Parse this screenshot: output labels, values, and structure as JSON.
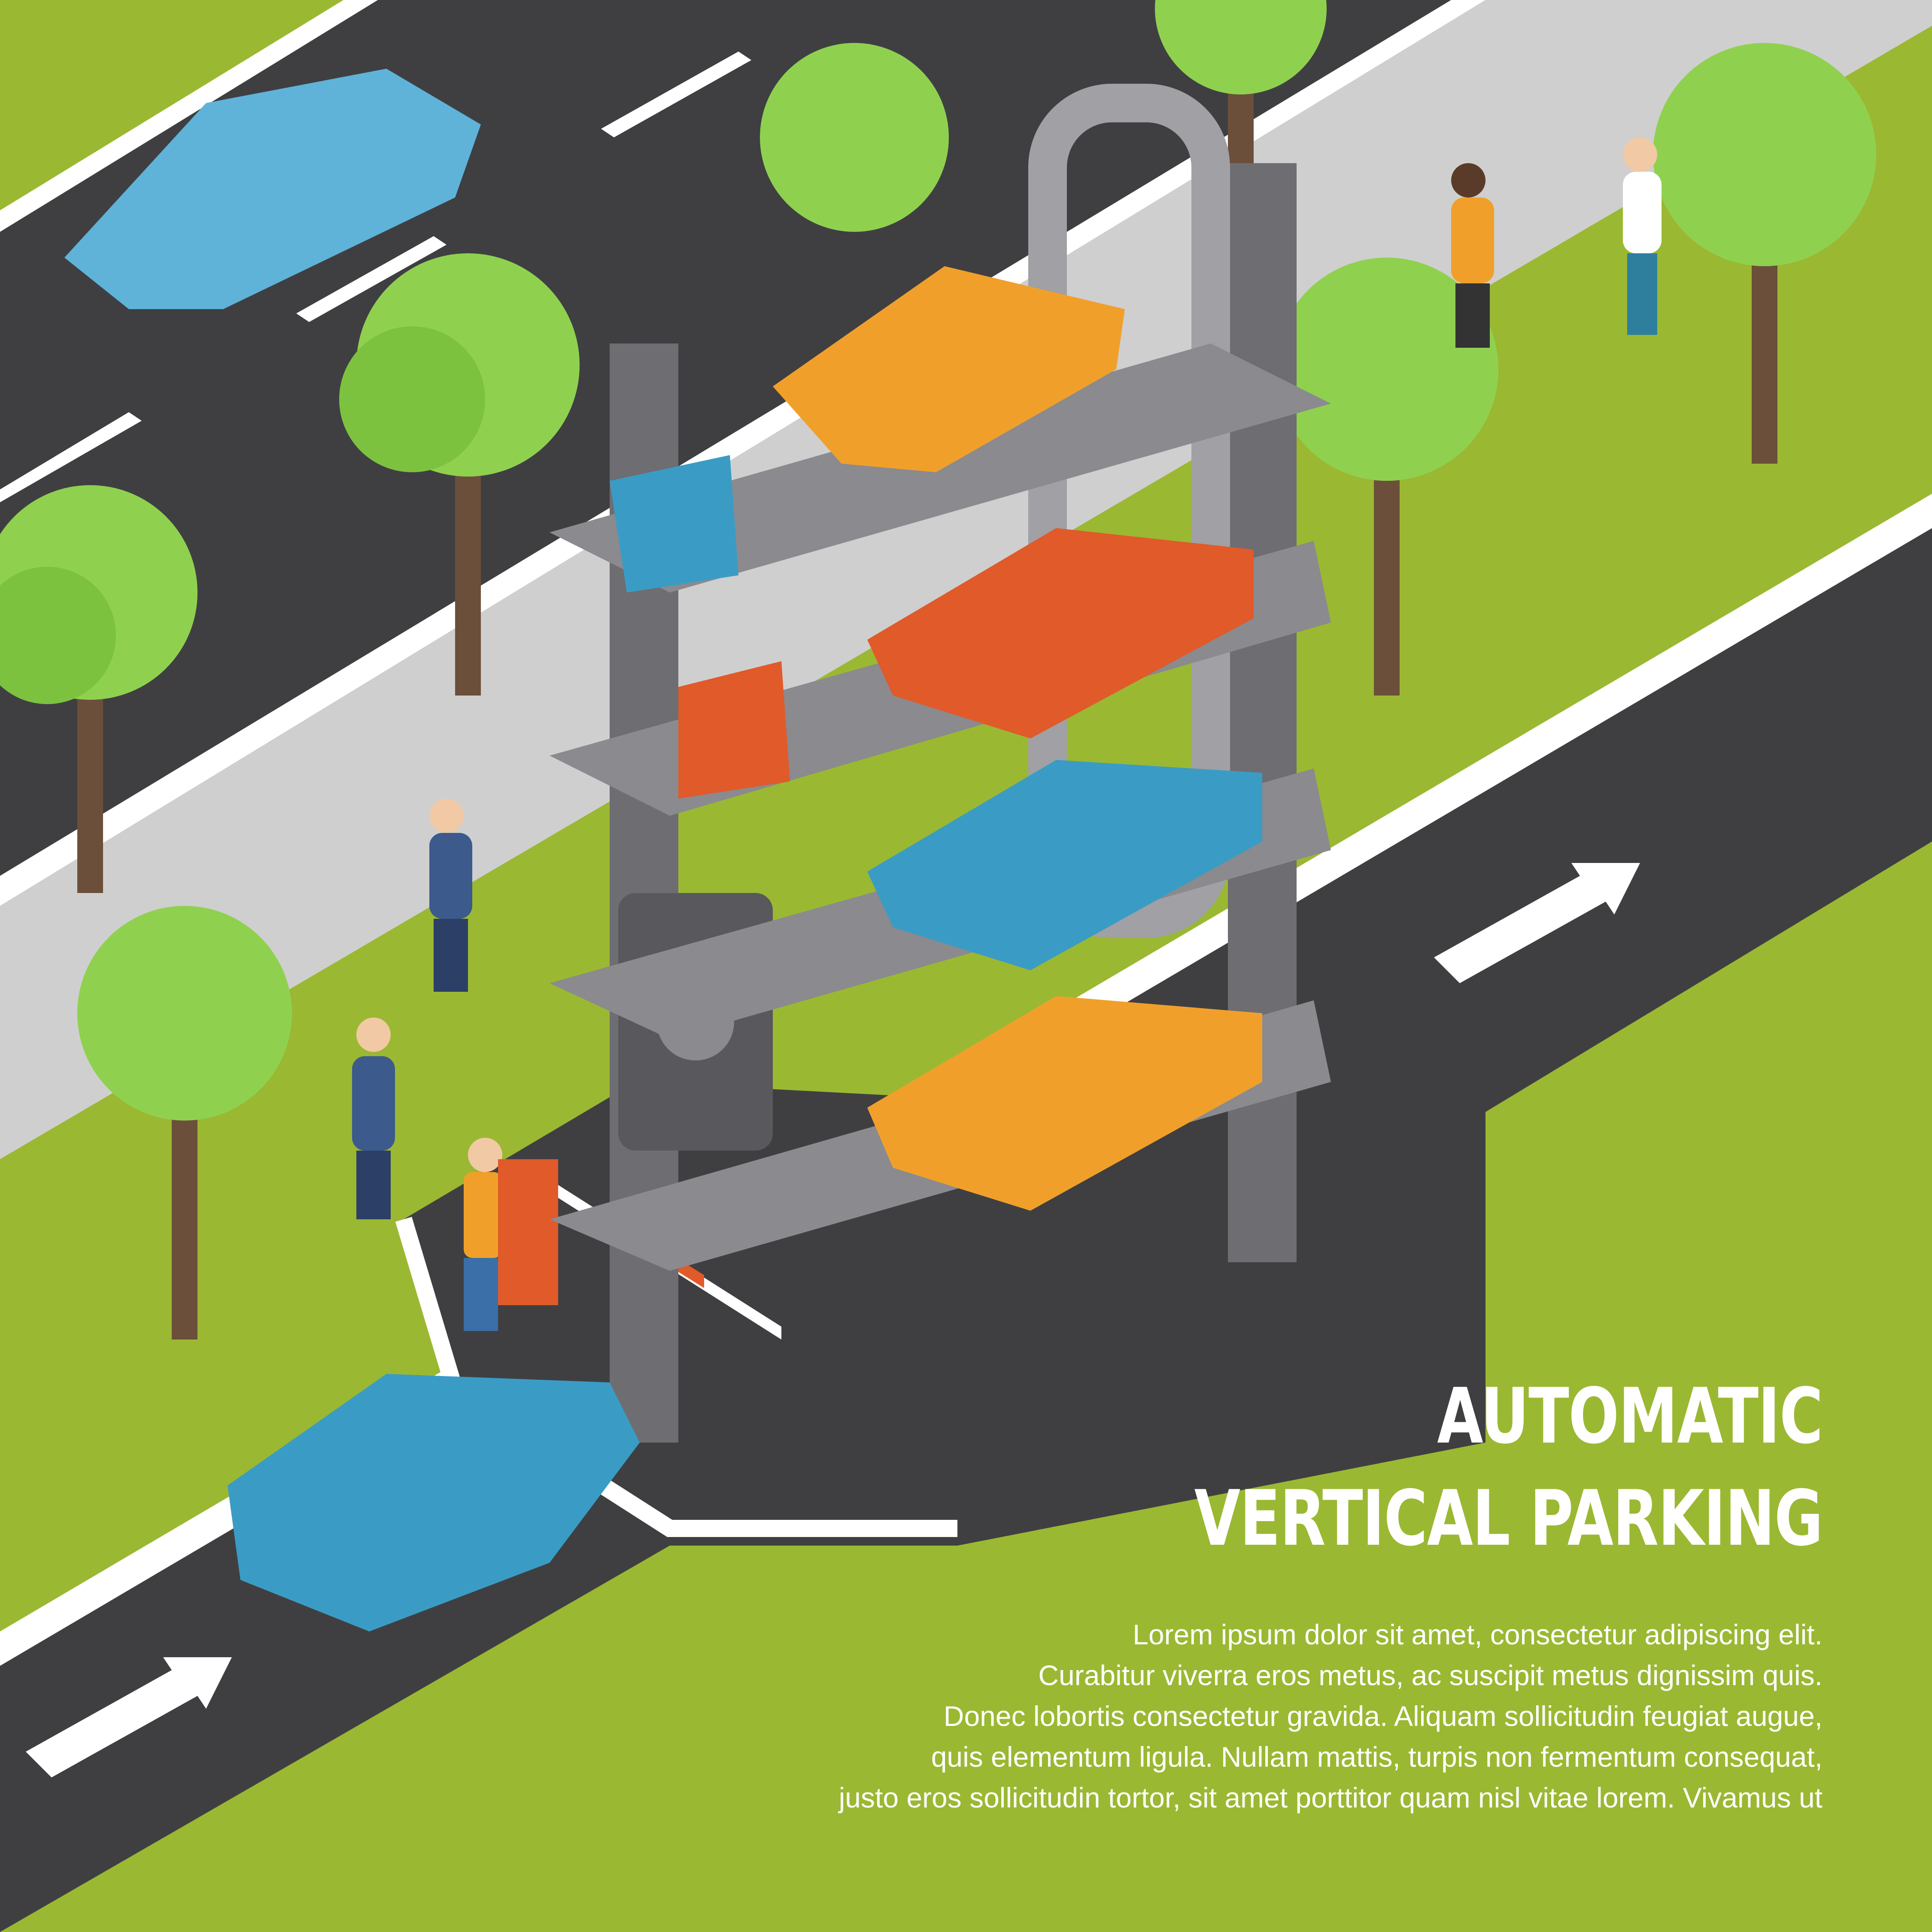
{
  "headline": {
    "line1": "AUTOMATIC",
    "line2": "VERTICAL PARKING"
  },
  "body_text": [
    "Lorem ipsum dolor sit amet, consectetur adipiscing elit.",
    "Curabitur viverra eros metus, ac suscipit metus dignissim quis.",
    "Donec lobortis consectetur gravida. Aliquam sollicitudin feugiat augue,",
    "quis elementum ligula. Nullam mattis, turpis non fermentum consequat,",
    "justo eros sollicitudin tortor, sit amet porttitor quam nisl vitae lorem. Vivamus ut"
  ],
  "colors": {
    "grass": "#9bb832",
    "road": "#3f3f42",
    "sidewalk": "#d4d4d4",
    "tower_frame": "#6d6d72",
    "car_orange": "#f0a02a",
    "car_red": "#e05a2a",
    "car_blue": "#3a9cc4",
    "tree": "#8fd14f"
  }
}
